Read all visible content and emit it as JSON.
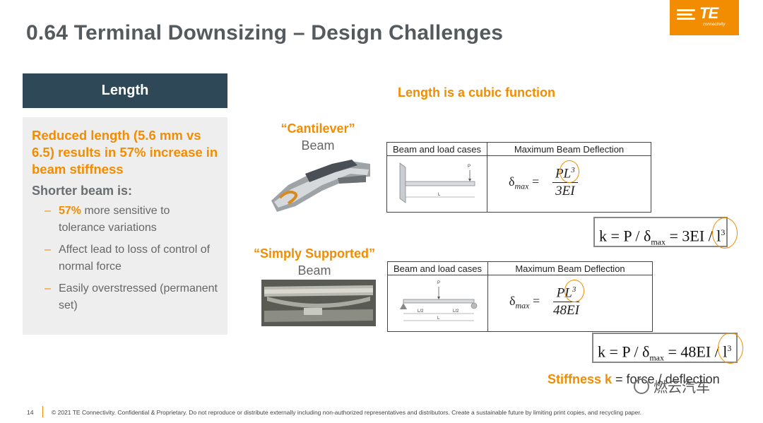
{
  "slide": {
    "title": "0.64 Terminal Downsizing – Design Challenges",
    "logo": {
      "mark": "TE",
      "sub": "connectivity"
    },
    "colors": {
      "accent": "#f28c00",
      "panel_header": "#2f4858",
      "panel_body": "#eeeeee",
      "title": "#555a5e"
    }
  },
  "left_panel": {
    "header": "Length",
    "lead": "Reduced length (5.6 mm vs 6.5) results in 57% increase in beam stiffness",
    "subhead": "Shorter beam is:",
    "bullets": [
      {
        "highlight": "57%",
        "text": " more sensitive to tolerance variations"
      },
      {
        "highlight": "",
        "text": "Affect lead to loss of control of normal force"
      },
      {
        "highlight": "",
        "text": "Easily overstressed (permanent set)"
      }
    ]
  },
  "main": {
    "heading": "Length is a cubic function",
    "cantilever": {
      "label": "“Cantilever”",
      "sublabel": "Beam",
      "table_headers": [
        "Beam and load cases",
        "Maximum Beam Deflection"
      ],
      "diagram_labels": {
        "load": "P",
        "length": "L"
      },
      "formula": {
        "lhs": "δ",
        "lhs_sub": "max",
        "numerator": "PL",
        "exponent": "3",
        "denominator": "3EI"
      },
      "stiffness": {
        "lhs": "k = P / δ",
        "sub": "max",
        "rhs": " = 3EI / l",
        "exp": "3"
      }
    },
    "simply_supported": {
      "label": "“Simply Supported”",
      "sublabel": "Beam",
      "table_headers": [
        "Beam and load cases",
        "Maximum Beam Deflection"
      ],
      "diagram_labels": {
        "load": "P",
        "half_left": "L/2",
        "half_right": "L/2",
        "length": "L"
      },
      "formula": {
        "lhs": "δ",
        "lhs_sub": "max",
        "numerator": "PL",
        "exponent": "3",
        "denominator": "48EI"
      },
      "stiffness": {
        "lhs": "k = P / δ",
        "sub": "max",
        "rhs": " = 48EI / l",
        "exp": "3"
      }
    },
    "footnote": {
      "bold": "Stiffness k",
      "rest": " = force / deflection"
    },
    "watermark": "燃云汽车"
  },
  "footer": {
    "page": "14",
    "copyright": "© 2021 TE Connectivity. Confidential & Proprietary. Do not reproduce or distribute externally including non-authorized representatives and distributors. Create a sustainable future by limiting print copies, and recycling paper."
  }
}
